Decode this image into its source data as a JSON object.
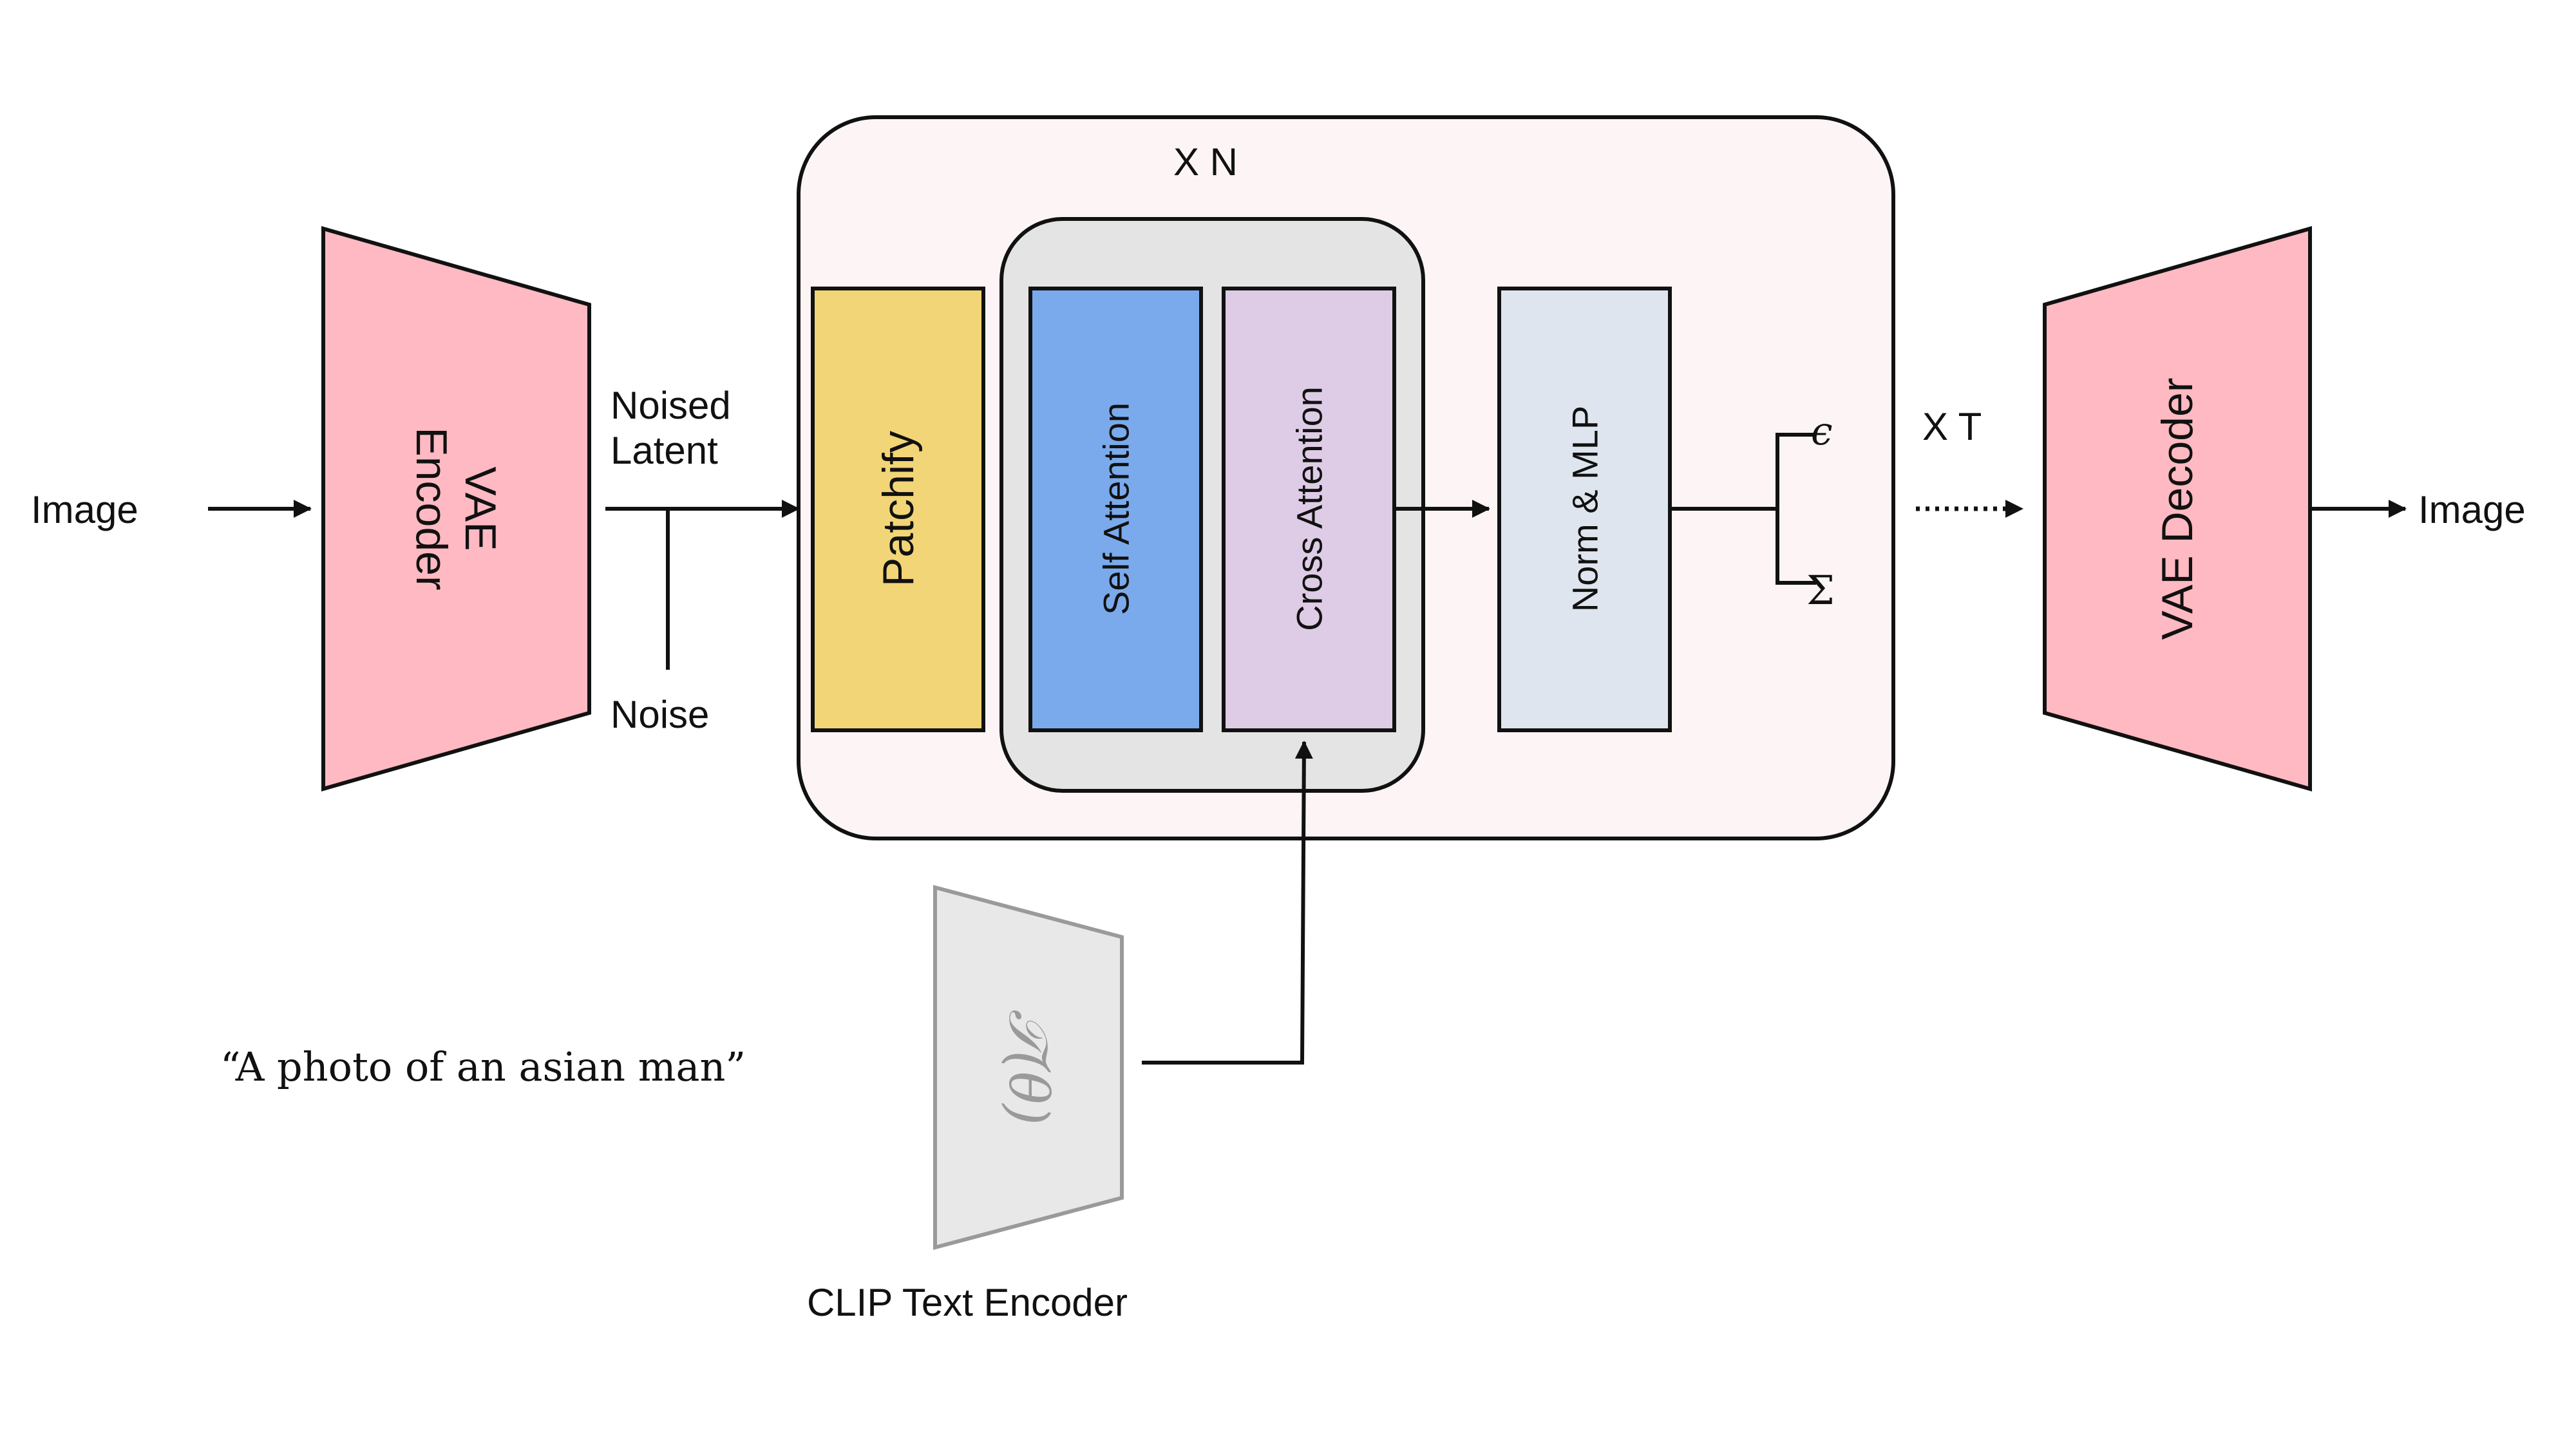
{
  "input_label": "Image",
  "output_label": "Image",
  "vae_encoder": {
    "line1": "VAE",
    "line2": "Encoder",
    "color": "#FFB9C2"
  },
  "vae_decoder": {
    "label": "VAE Decoder",
    "color": "#FFB9C2"
  },
  "noised_latent": {
    "line1": "Noised",
    "line2": "Latent"
  },
  "noise_label": "Noise",
  "repeat_n": "X N",
  "repeat_t": "X T",
  "patchify": {
    "label": "Patchify",
    "color": "#F2D576"
  },
  "self_attention": {
    "label": "Self Attention",
    "color": "#7AAAEB"
  },
  "cross_attention": {
    "label": "Cross Attention",
    "color": "#DECCE6"
  },
  "norm_mlp": {
    "label": "Norm & MLP",
    "color": "#DFE5EE"
  },
  "outputs": {
    "epsilon": "ϵ",
    "sigma": "Σ"
  },
  "prompt": "“A photo of an asian man”",
  "clip_encoder": {
    "label": "CLIP Text Encoder",
    "symbol": "𝒯(θ)",
    "color": "#E8E8E8"
  },
  "colors": {
    "outer_block": "#FDF5F5",
    "attention_group": "#E4E4E4"
  }
}
